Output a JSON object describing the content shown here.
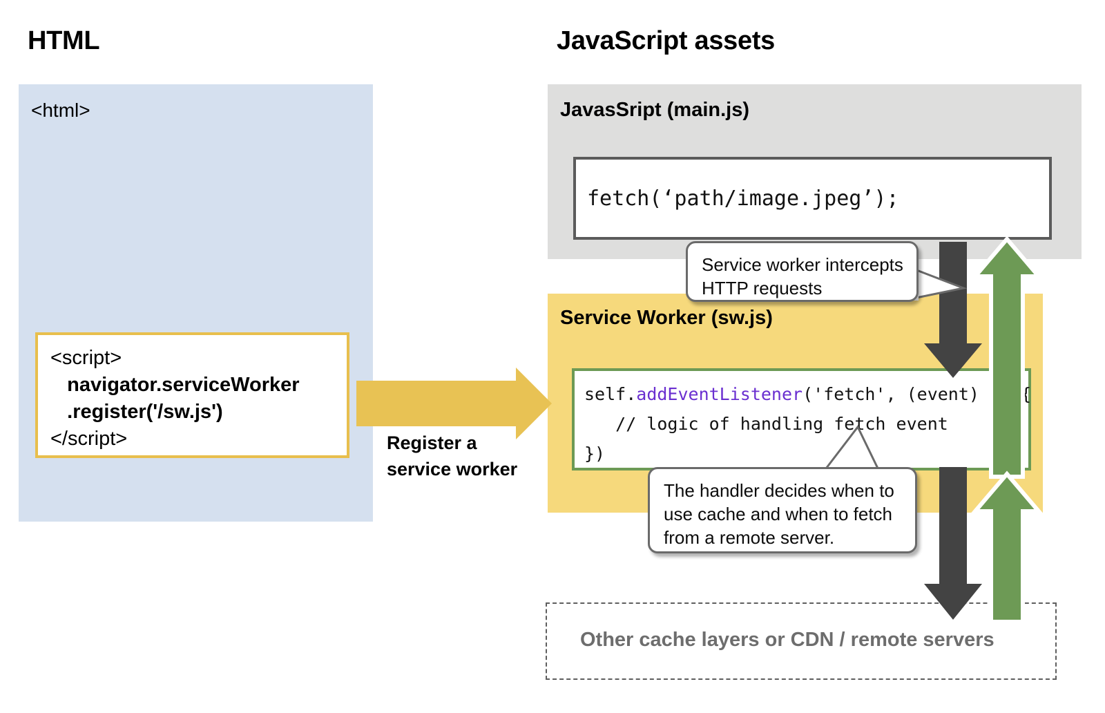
{
  "headings": {
    "html": "HTML",
    "js_assets": "JavaScript assets"
  },
  "html_panel": {
    "label": "<html>",
    "background_color": "#d5e0ef",
    "script_box": {
      "border_color": "#e8bf4d",
      "lines": [
        "<script>",
        "   navigator.serviceWorker",
        "   .register('/sw.js')",
        "</script>"
      ]
    }
  },
  "register_arrow": {
    "label_line1": "Register a",
    "label_line2": "service worker",
    "color": "#e8c254"
  },
  "mainjs_panel": {
    "label": "JavasSript (main.js)",
    "background_color": "#dededd",
    "code_box": {
      "border_color": "#5b5b5b",
      "line": "fetch(‘path/image.jpeg’);"
    }
  },
  "service_worker_panel": {
    "label": "Service Worker (sw.js)",
    "background_color": "#f6d97c",
    "code_box": {
      "border_color": "#6d9a55",
      "line1_prefix": "self.",
      "line1_fn": "addEventListener",
      "line1_suffix": "('fetch', (event) => {",
      "line2": "   // logic of handling fetch event",
      "line3": "})"
    }
  },
  "callouts": {
    "intercept": {
      "line1": "Service worker intercepts",
      "line2": "HTTP requests"
    },
    "handler": {
      "line1": "The handler decides when to",
      "line2": "use cache and when to fetch",
      "line3": "from a remote server."
    }
  },
  "remote_panel": {
    "label": "Other cache layers or CDN / remote servers",
    "border_style": "dashed",
    "text_color": "#6d6d6d"
  },
  "flow_arrows": {
    "request_color": "#434343",
    "response_color": "#6d9a55",
    "upper_request_name": "main.js to service worker",
    "upper_response_name": "service worker to main.js",
    "lower_request_name": "service worker to remote servers",
    "lower_response_name": "remote servers to service worker"
  }
}
